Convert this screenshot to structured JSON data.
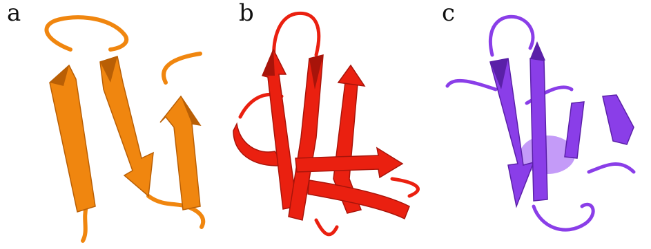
{
  "panels": [
    {
      "label": "a",
      "color": "#f0860f",
      "shade": "#b95f05",
      "light": "#f9a948"
    },
    {
      "label": "b",
      "color": "#ea2010",
      "shade": "#a8140a",
      "light": "#ff5a44"
    },
    {
      "label": "c",
      "color": "#8a3ee8",
      "shade": "#5a20a8",
      "light": "#b07af5"
    }
  ]
}
